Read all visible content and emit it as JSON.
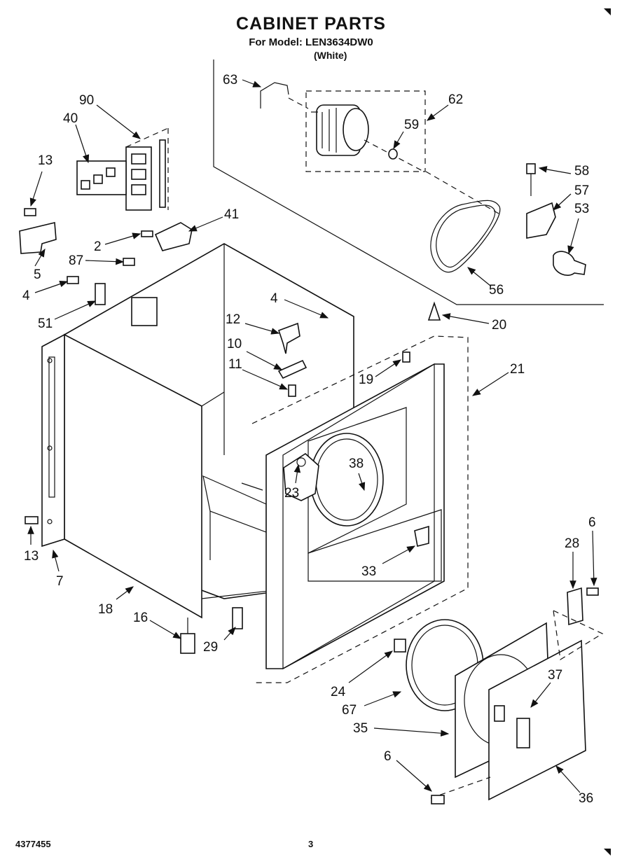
{
  "header": {
    "title": "CABINET PARTS",
    "model_line": "For Model: LEN3634DW0",
    "color_line": "(White)"
  },
  "footer": {
    "doc_number": "4377455",
    "page_number": "3"
  },
  "callouts": [
    "63",
    "62",
    "59",
    "90",
    "40",
    "13",
    "41",
    "58",
    "57",
    "53",
    "2",
    "87",
    "5",
    "4",
    "51",
    "56",
    "4",
    "20",
    "12",
    "10",
    "11",
    "19",
    "21",
    "38",
    "23",
    "33",
    "13",
    "7",
    "6",
    "28",
    "18",
    "16",
    "29",
    "24",
    "67",
    "35",
    "37",
    "6",
    "36"
  ]
}
